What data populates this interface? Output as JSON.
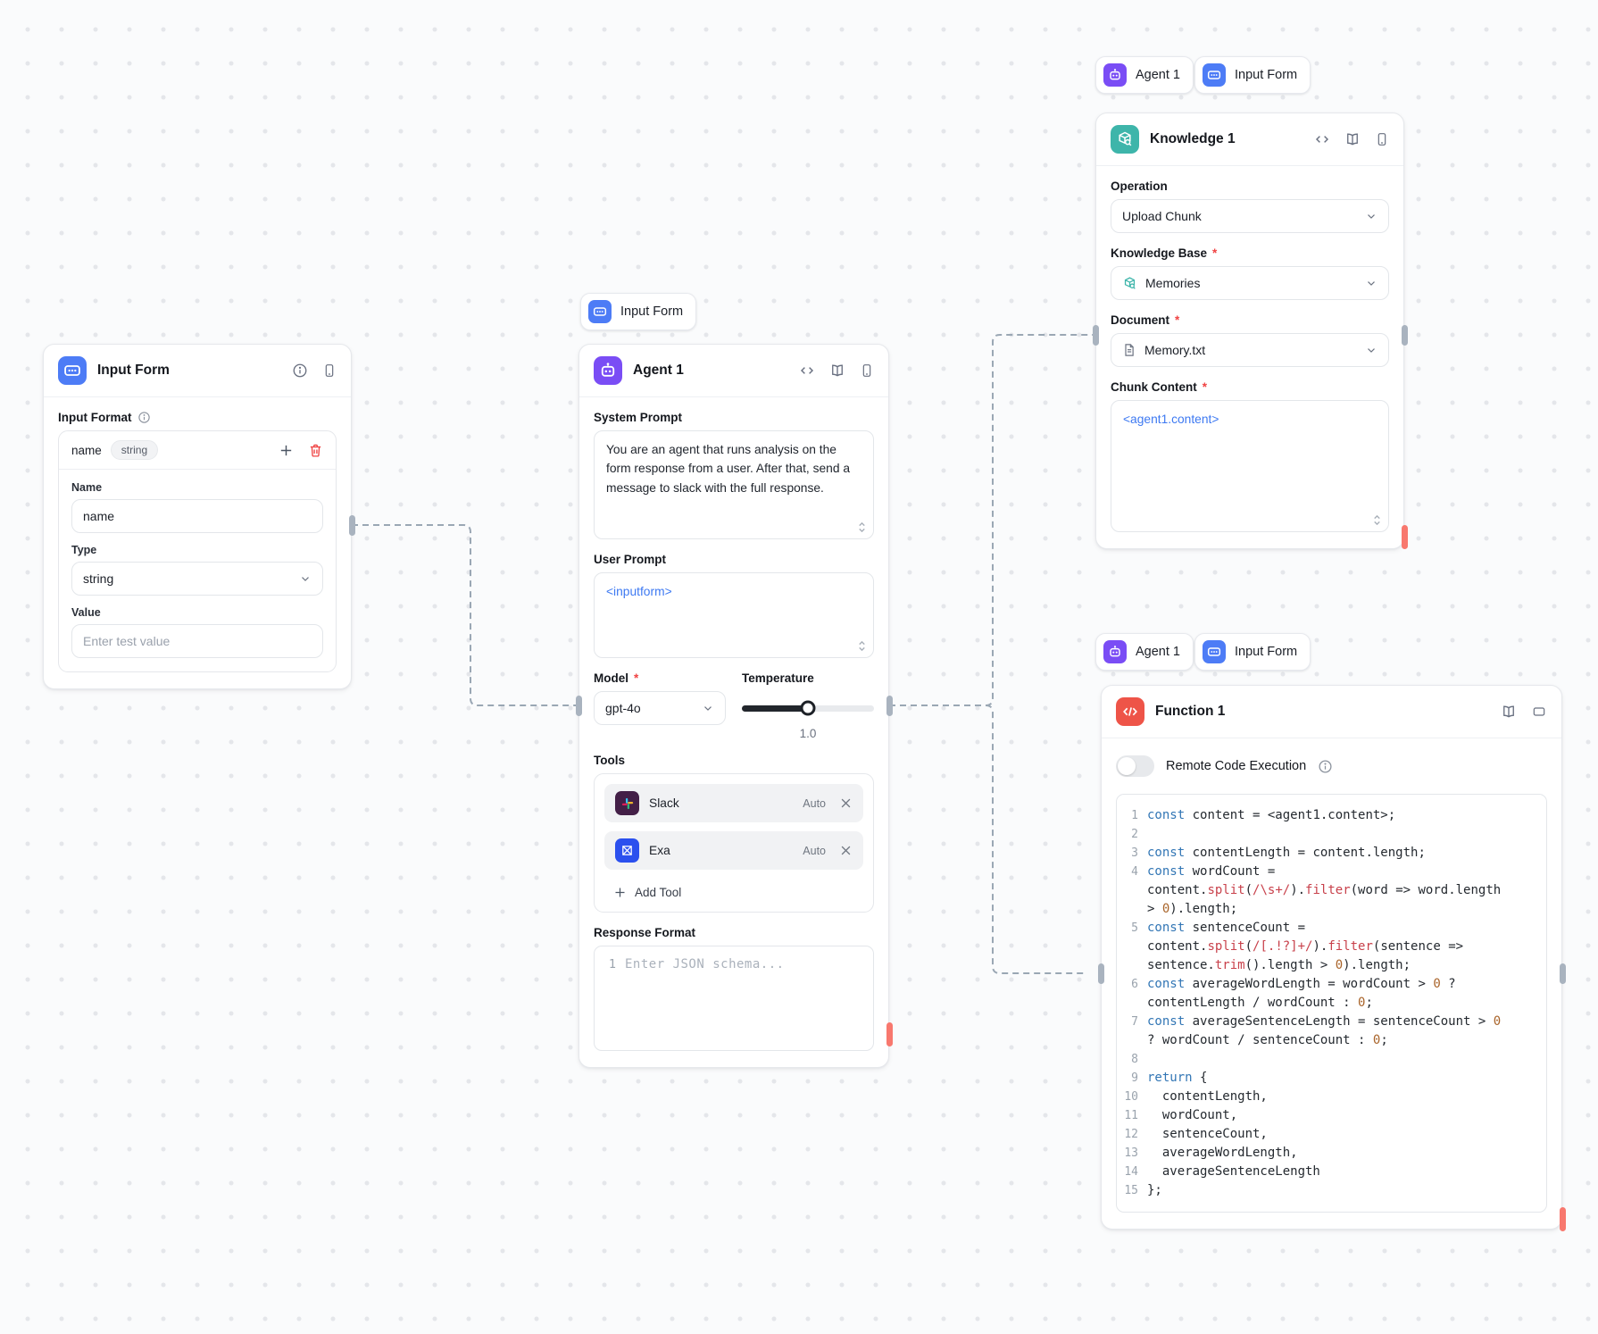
{
  "badges": {
    "agent_label": "Agent 1",
    "input_form_label": "Input Form"
  },
  "nodes": {
    "input_form": {
      "title": "Input Form",
      "input_format_label": "Input Format",
      "field_row": {
        "name": "name",
        "type_chip": "string"
      },
      "fields": {
        "name_label": "Name",
        "name_value": "name",
        "type_label": "Type",
        "type_value": "string",
        "value_label": "Value",
        "value_placeholder": "Enter test value"
      }
    },
    "agent": {
      "title": "Agent 1",
      "system_prompt_label": "System Prompt",
      "system_prompt": "You are an agent that runs analysis on the form response from a user. After that, send a message to slack with the full response.",
      "user_prompt_label": "User Prompt",
      "user_prompt": "<inputform>",
      "model_label": "Model",
      "model_value": "gpt-4o",
      "temperature_label": "Temperature",
      "temperature_value": "1.0",
      "tools_label": "Tools",
      "tools": [
        {
          "name": "Slack",
          "mode": "Auto"
        },
        {
          "name": "Exa",
          "mode": "Auto"
        }
      ],
      "add_tool_label": "Add Tool",
      "response_format_label": "Response Format",
      "response_format_line_number": "1",
      "response_format_placeholder": "Enter JSON schema..."
    },
    "knowledge": {
      "title": "Knowledge 1",
      "operation_label": "Operation",
      "operation_value": "Upload Chunk",
      "knowledge_base_label": "Knowledge Base",
      "knowledge_base_value": "Memories",
      "document_label": "Document",
      "document_value": "Memory.txt",
      "chunk_content_label": "Chunk Content",
      "chunk_content_value": "<agent1.content>"
    },
    "function": {
      "title": "Function 1",
      "toggle_label": "Remote Code Execution",
      "toggle_state": "off",
      "code_lines": [
        "const content = <agent1.content>;",
        "",
        "const contentLength = content.length;",
        "const wordCount = content.split(/\\s+/).filter(word => word.length > 0).length;",
        "const sentenceCount = content.split(/[.!?]+/).filter(sentence => sentence.trim().length > 0).length;",
        "const averageWordLength = wordCount > 0 ? contentLength / wordCount : 0;",
        "const averageSentenceLength = sentenceCount > 0 ? wordCount / sentenceCount : 0;",
        "",
        "return {",
        "  contentLength,",
        "  wordCount,",
        "  sentenceCount,",
        "  averageWordLength,",
        "  averageSentenceLength",
        "};"
      ]
    }
  }
}
